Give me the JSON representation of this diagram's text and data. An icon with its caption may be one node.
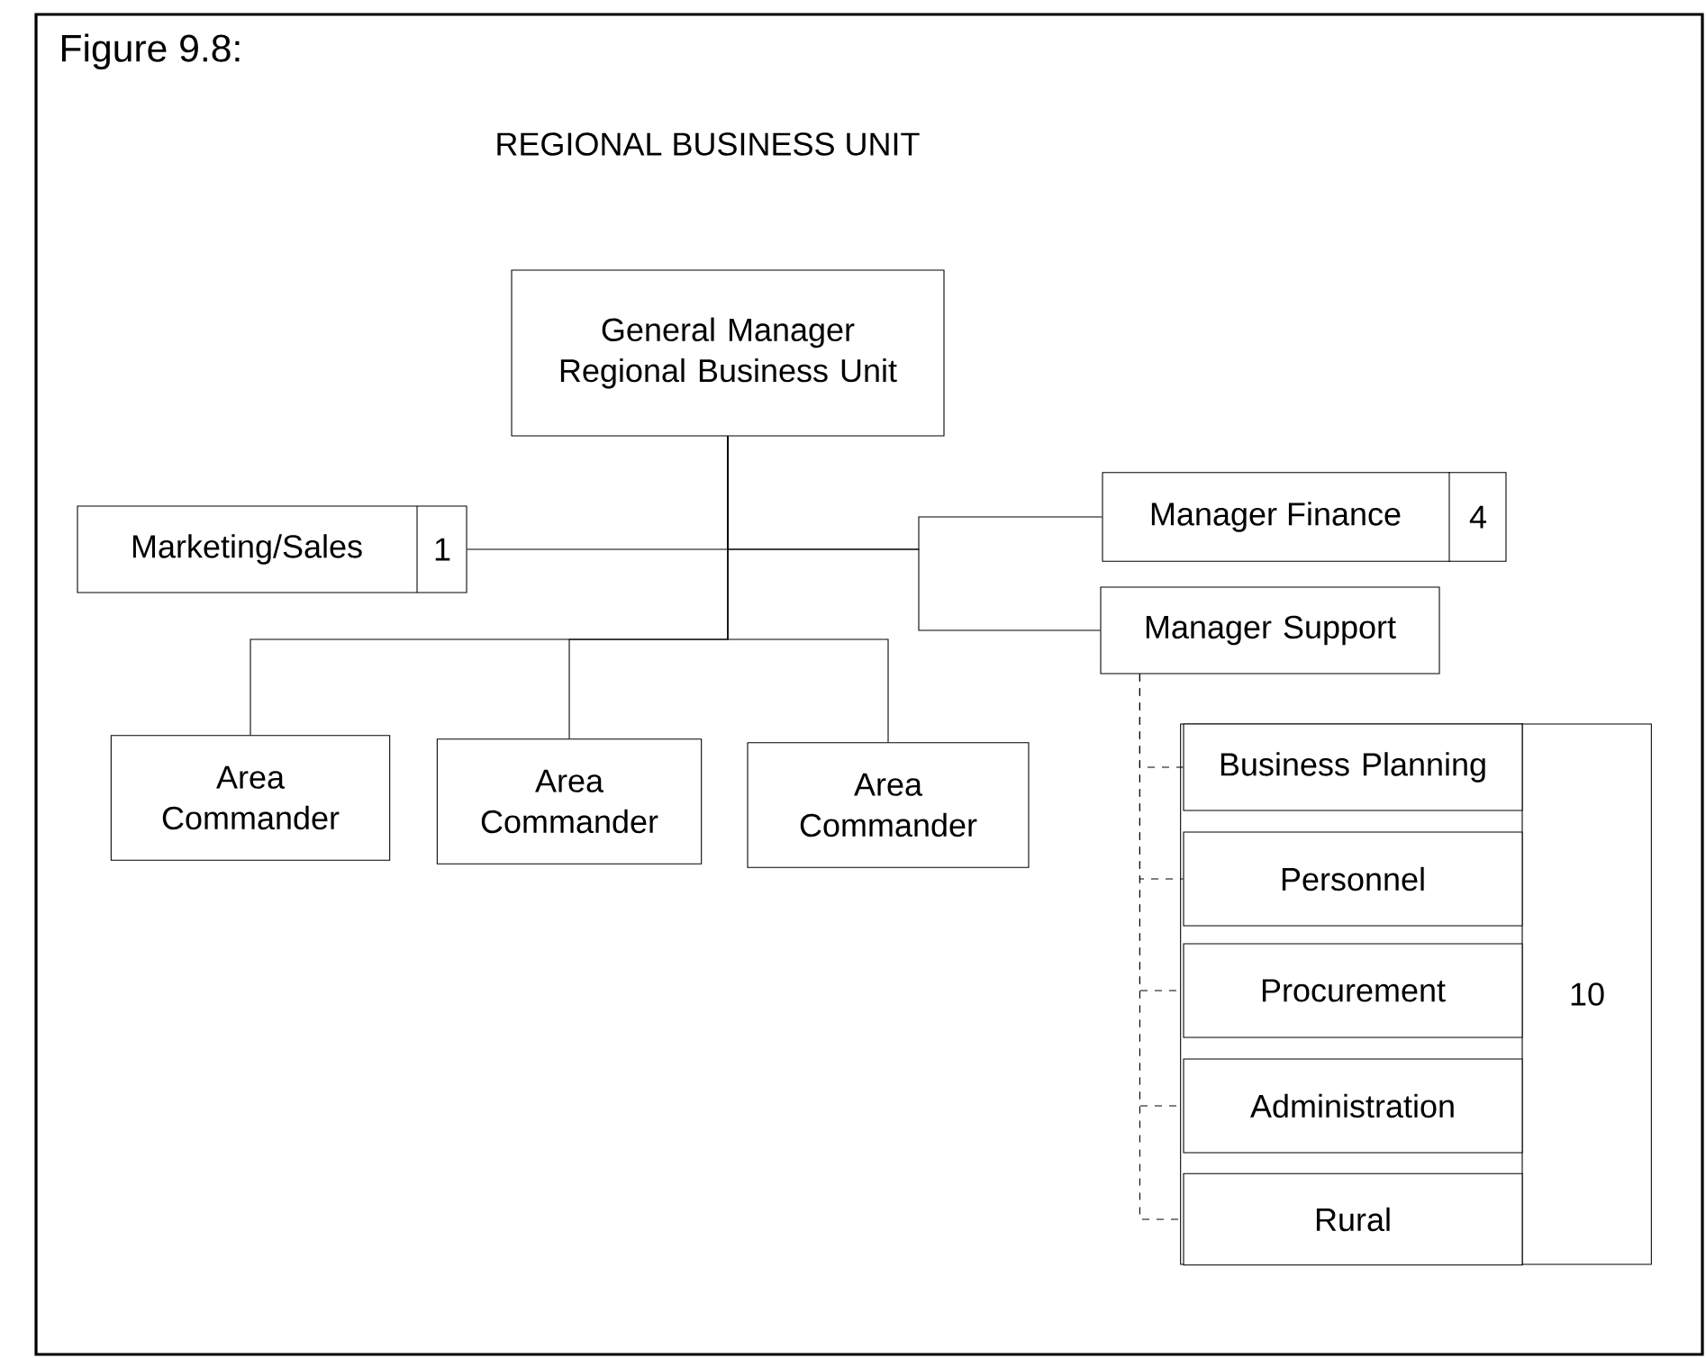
{
  "diagram": {
    "title": "REGIONAL BUSINESS UNIT",
    "nodes": [
      {
        "text": [
          "General Manager Regional Business Unit"
        ]
      },
      {
        "text": [
          "Marketing/Sales",
          "1"
        ]
      },
      {
        "text": [
          "Manager Finance",
          "4"
        ]
      },
      {
        "text": [
          "Manager Support"
        ]
      },
      {
        "text": [
          "Area Commander"
        ]
      },
      {
        "text": [
          "Area Commander"
        ]
      },
      {
        "text": [
          "Area Commander"
        ]
      },
      {
        "text": [
          "10"
        ]
      },
      {
        "text": [
          "Business Planning"
        ],
        "in": 7
      },
      {
        "text": [
          "Personnel"
        ],
        "in": 7
      },
      {
        "text": [
          "Procurement"
        ],
        "in": 7
      },
      {
        "text": [
          "Administration"
        ],
        "in": 7
      },
      {
        "text": [
          "Rural"
        ],
        "in": 7
      }
    ],
    "edges": [
      {
        "from": 0,
        "to": 1,
        "arrow": "none"
      },
      {
        "from": 0,
        "to": 2,
        "arrow": "none"
      },
      {
        "from": 0,
        "to": 3,
        "arrow": "none"
      },
      {
        "from": 0,
        "to": 4,
        "arrow": "none"
      },
      {
        "from": 0,
        "to": 5,
        "arrow": "none"
      },
      {
        "from": 0,
        "to": 6,
        "arrow": "none"
      },
      {
        "from": 3,
        "to": 8,
        "arrow": "none",
        "style": "dashed"
      },
      {
        "from": 3,
        "to": 9,
        "arrow": "none",
        "style": "dashed"
      },
      {
        "from": 3,
        "to": 10,
        "arrow": "none",
        "style": "dashed"
      },
      {
        "from": 3,
        "to": 11,
        "arrow": "none",
        "style": "dashed"
      },
      {
        "from": 3,
        "to": 12,
        "arrow": "none",
        "style": "dashed"
      }
    ],
    "labels": [
      "Figure 9.8:"
    ]
  }
}
